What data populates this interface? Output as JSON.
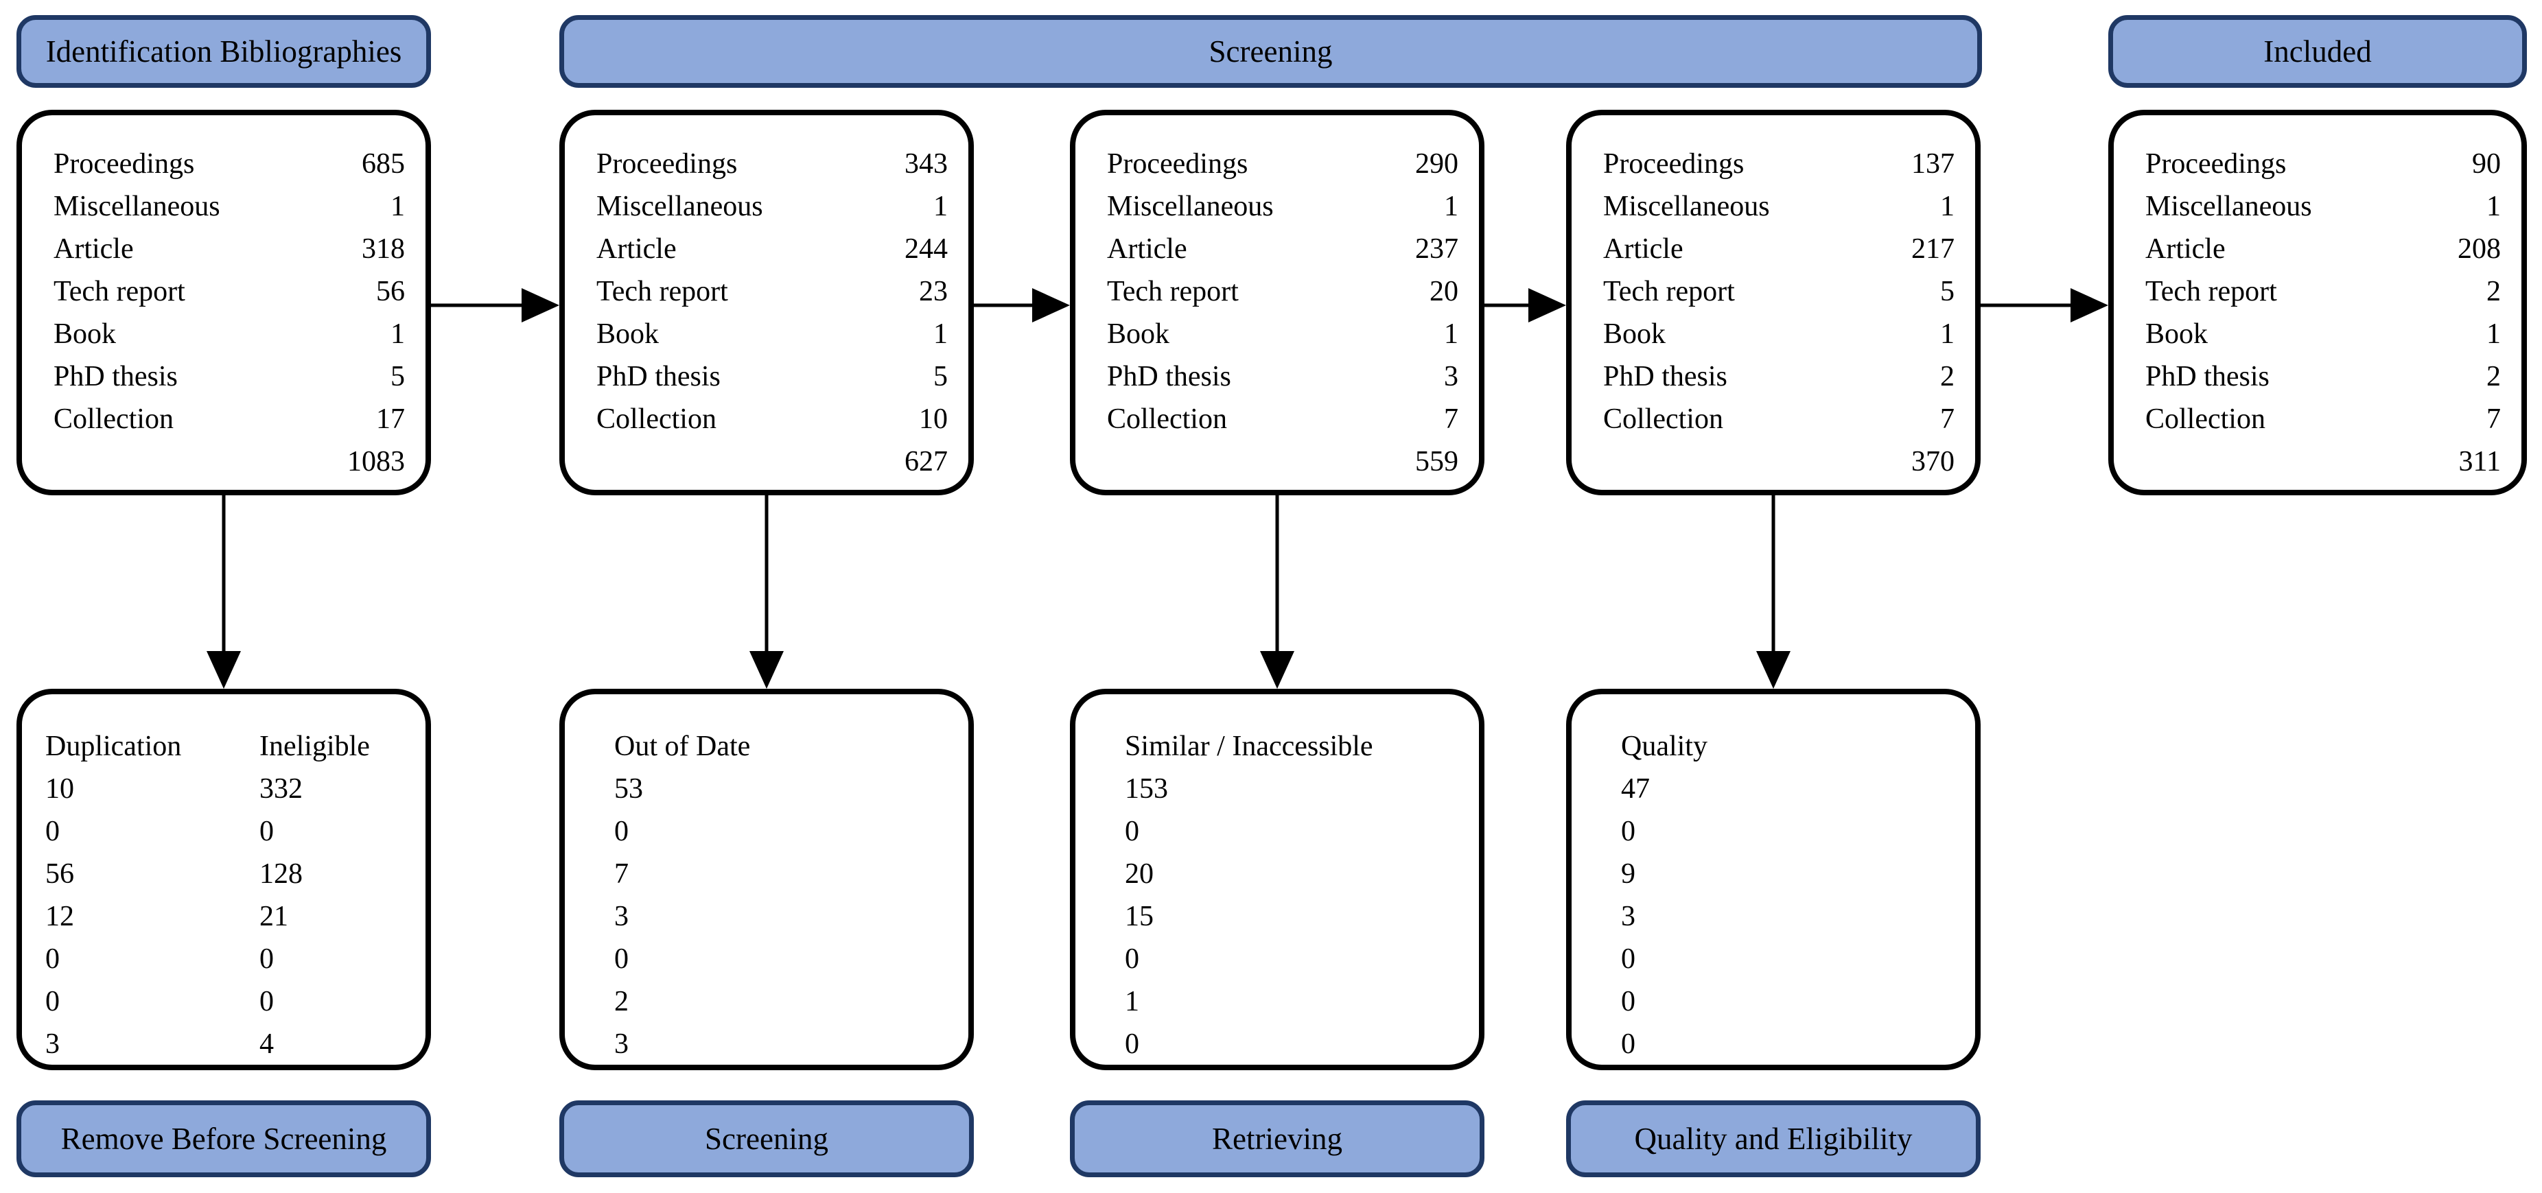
{
  "colors": {
    "header_fill": "#8EA9DB",
    "header_border": "#1F3864",
    "box_border": "#000000",
    "text": "#000000"
  },
  "categories": [
    "Proceedings",
    "Miscellaneous",
    "Article",
    "Tech report",
    "Book",
    "PhD thesis",
    "Collection"
  ],
  "top_headers": [
    {
      "label": "Identification Bibliographies"
    },
    {
      "label": "Screening"
    },
    {
      "label": "Included"
    }
  ],
  "stage_boxes": [
    {
      "name": "identification",
      "counts": [
        685,
        1,
        318,
        56,
        1,
        5,
        17
      ],
      "total": 1083
    },
    {
      "name": "screening-1",
      "counts": [
        343,
        1,
        244,
        23,
        1,
        5,
        10
      ],
      "total": 627
    },
    {
      "name": "screening-2",
      "counts": [
        290,
        1,
        237,
        20,
        1,
        3,
        7
      ],
      "total": 559
    },
    {
      "name": "screening-3",
      "counts": [
        137,
        1,
        217,
        5,
        1,
        2,
        7
      ],
      "total": 370
    },
    {
      "name": "included",
      "counts": [
        90,
        1,
        208,
        2,
        1,
        2,
        7
      ],
      "total": 311
    }
  ],
  "removal_boxes": [
    {
      "columns": [
        {
          "title": "Duplication",
          "values": [
            10,
            0,
            56,
            12,
            0,
            0,
            3
          ]
        },
        {
          "title": "Ineligible",
          "values": [
            332,
            0,
            128,
            21,
            0,
            0,
            4
          ]
        }
      ],
      "footer": "Remove Before Screening"
    },
    {
      "columns": [
        {
          "title": "Out of Date",
          "values": [
            53,
            0,
            7,
            3,
            0,
            2,
            3
          ]
        }
      ],
      "footer": "Screening"
    },
    {
      "columns": [
        {
          "title": "Similar / Inaccessible",
          "values": [
            153,
            0,
            20,
            15,
            0,
            1,
            0
          ]
        }
      ],
      "footer": "Retrieving"
    },
    {
      "columns": [
        {
          "title": "Quality",
          "values": [
            47,
            0,
            9,
            3,
            0,
            0,
            0
          ]
        }
      ],
      "footer": "Quality and Eligibility"
    }
  ]
}
